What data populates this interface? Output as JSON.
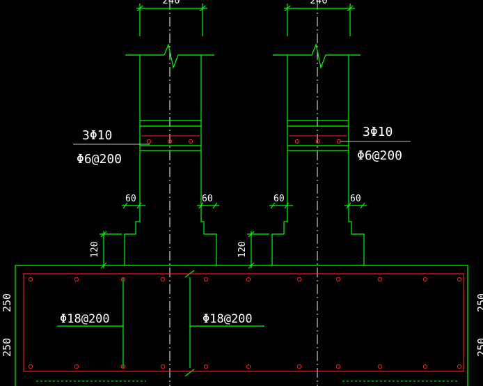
{
  "colors": {
    "background": "#000000",
    "outline": "#00ff00",
    "rebar": "#ff2020",
    "centerline": "#ffffff",
    "text": "#ffffff",
    "hidden": "#00ff00"
  },
  "dimensions": {
    "wall_width": "240",
    "offset_left": "60",
    "offset_right": "60",
    "step_height": "120",
    "slab_top": "250",
    "slab_bottom": "250"
  },
  "annotations": {
    "wall_left_main": "3Φ10",
    "wall_left_stirrup": "Φ6@200",
    "wall_right_main": "3Φ10",
    "wall_right_stirrup": "Φ6@200",
    "slab_left_bar": "Φ18@200",
    "slab_right_bar": "Φ18@200"
  }
}
